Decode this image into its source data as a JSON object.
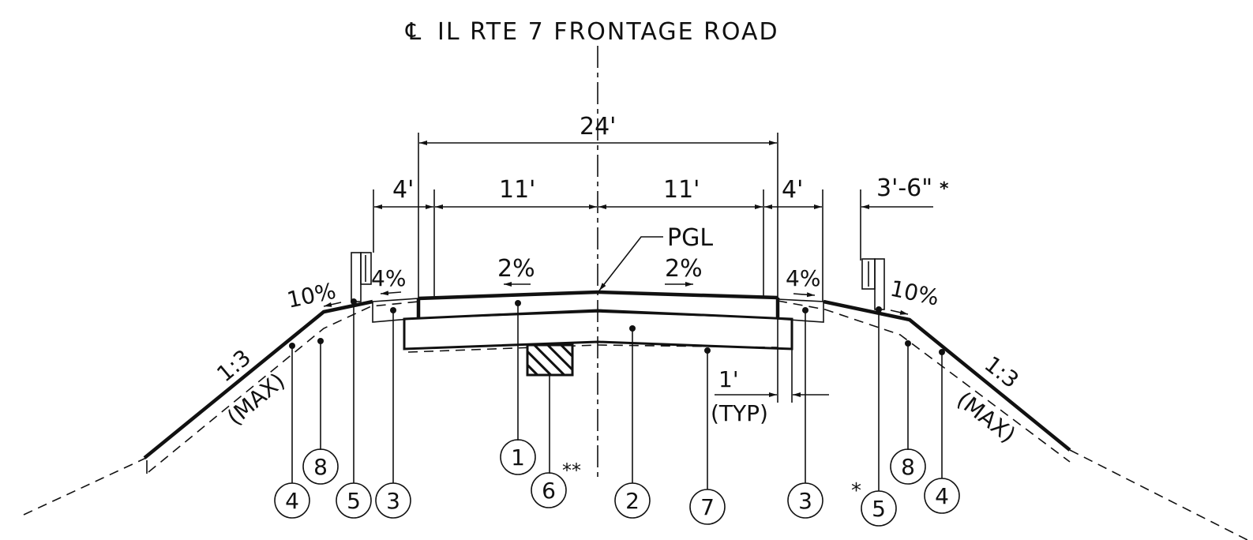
{
  "title": {
    "cl_symbol": "℄",
    "text": "IL RTE 7 FRONTAGE ROAD"
  },
  "dimensions": {
    "overall": "24'",
    "left_shoulder": "4'",
    "left_lane": "11'",
    "right_lane": "11'",
    "right_shoulder": "4'",
    "offset": "3'-6\"",
    "offset_note": "*",
    "typ_value": "1'",
    "typ_label": "(TYP)"
  },
  "labels": {
    "pgl": "PGL",
    "slope_left_lane": "2%",
    "slope_right_lane": "2%",
    "slope_left_shoulder": "4%",
    "slope_right_shoulder": "4%",
    "slope_left_outer": "10%",
    "slope_right_outer": "10%",
    "side_slope_left": "1:3",
    "side_slope_left_max": "(MAX)",
    "side_slope_right": "1:3",
    "side_slope_right_max": "(MAX)",
    "note_double_star": "**",
    "note_star": "*"
  },
  "callouts": [
    "1",
    "2",
    "3",
    "4",
    "5",
    "6",
    "7",
    "8"
  ],
  "callout_instances": [
    {
      "id": "4-left",
      "num": "4"
    },
    {
      "id": "8-left",
      "num": "8"
    },
    {
      "id": "5-left",
      "num": "5"
    },
    {
      "id": "3-left",
      "num": "3"
    },
    {
      "id": "1",
      "num": "1"
    },
    {
      "id": "6",
      "num": "6"
    },
    {
      "id": "2",
      "num": "2"
    },
    {
      "id": "7",
      "num": "7"
    },
    {
      "id": "3-right",
      "num": "3"
    },
    {
      "id": "5-right",
      "num": "5"
    },
    {
      "id": "8-right",
      "num": "8"
    },
    {
      "id": "4-right",
      "num": "4"
    }
  ]
}
